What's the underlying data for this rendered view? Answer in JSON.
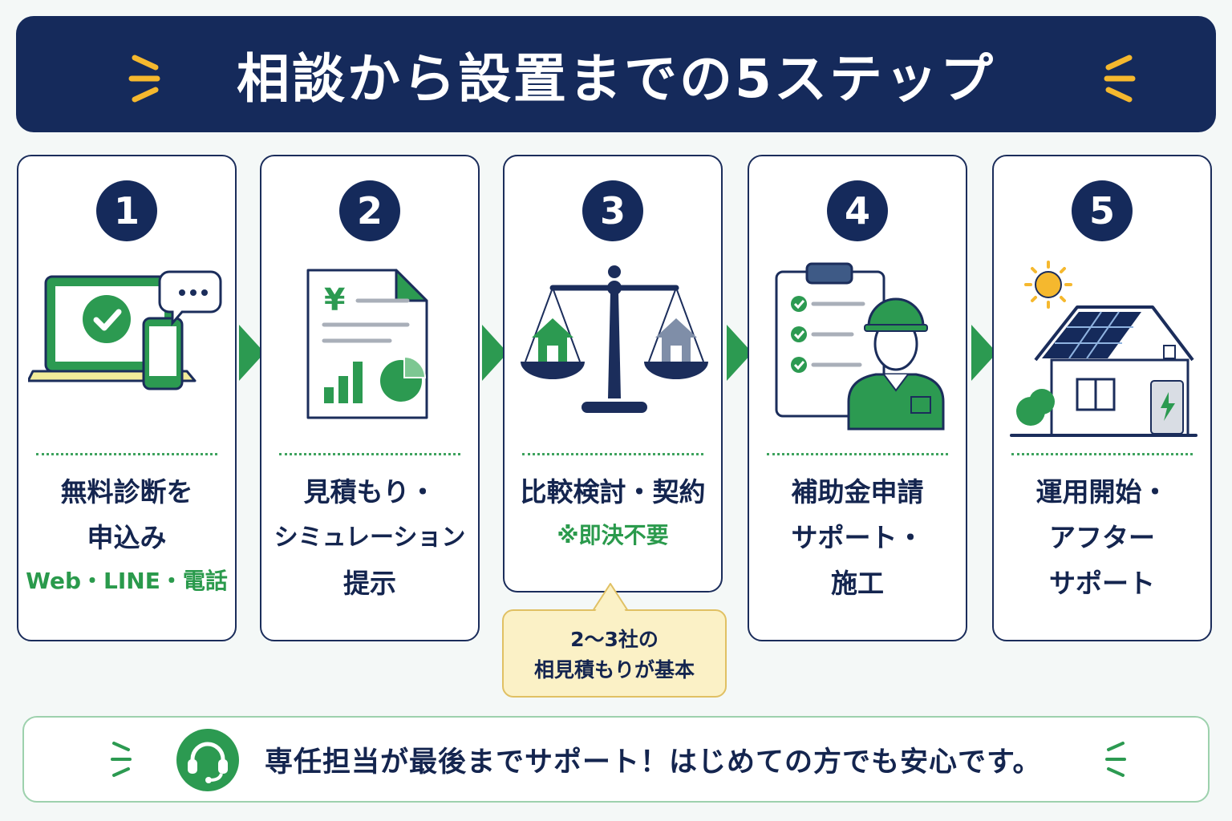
{
  "banner": {
    "title": "相談から設置までの5ステップ",
    "accent_color": "#f5b82e"
  },
  "colors": {
    "navy": "#152a5b",
    "green": "#2c9a51",
    "callout_bg": "#fbf1c6"
  },
  "steps": [
    {
      "number": "1",
      "icon": "laptop-phone-chat-check-icon",
      "lines": [
        "無料診断を",
        "申込み"
      ],
      "note": "Web・LINE・電話"
    },
    {
      "number": "2",
      "icon": "yen-document-chart-icon",
      "lines": [
        "見積もり・",
        "シミュレーション",
        "提示"
      ]
    },
    {
      "number": "3",
      "icon": "balance-scale-houses-icon",
      "lines": [
        "比較検討・契約"
      ],
      "note": "※即決不要"
    },
    {
      "number": "4",
      "icon": "clipboard-worker-icon",
      "lines": [
        "補助金申請",
        "サポート・",
        "施工"
      ]
    },
    {
      "number": "5",
      "icon": "solar-house-icon",
      "lines": [
        "運用開始・",
        "アフター",
        "サポート"
      ]
    }
  ],
  "callout": {
    "lines": [
      "2〜3社の",
      "相見積もりが基本"
    ]
  },
  "footer": {
    "icon": "headset-icon",
    "text": "専任担当が最後までサポート！はじめての方でも安心です。"
  }
}
